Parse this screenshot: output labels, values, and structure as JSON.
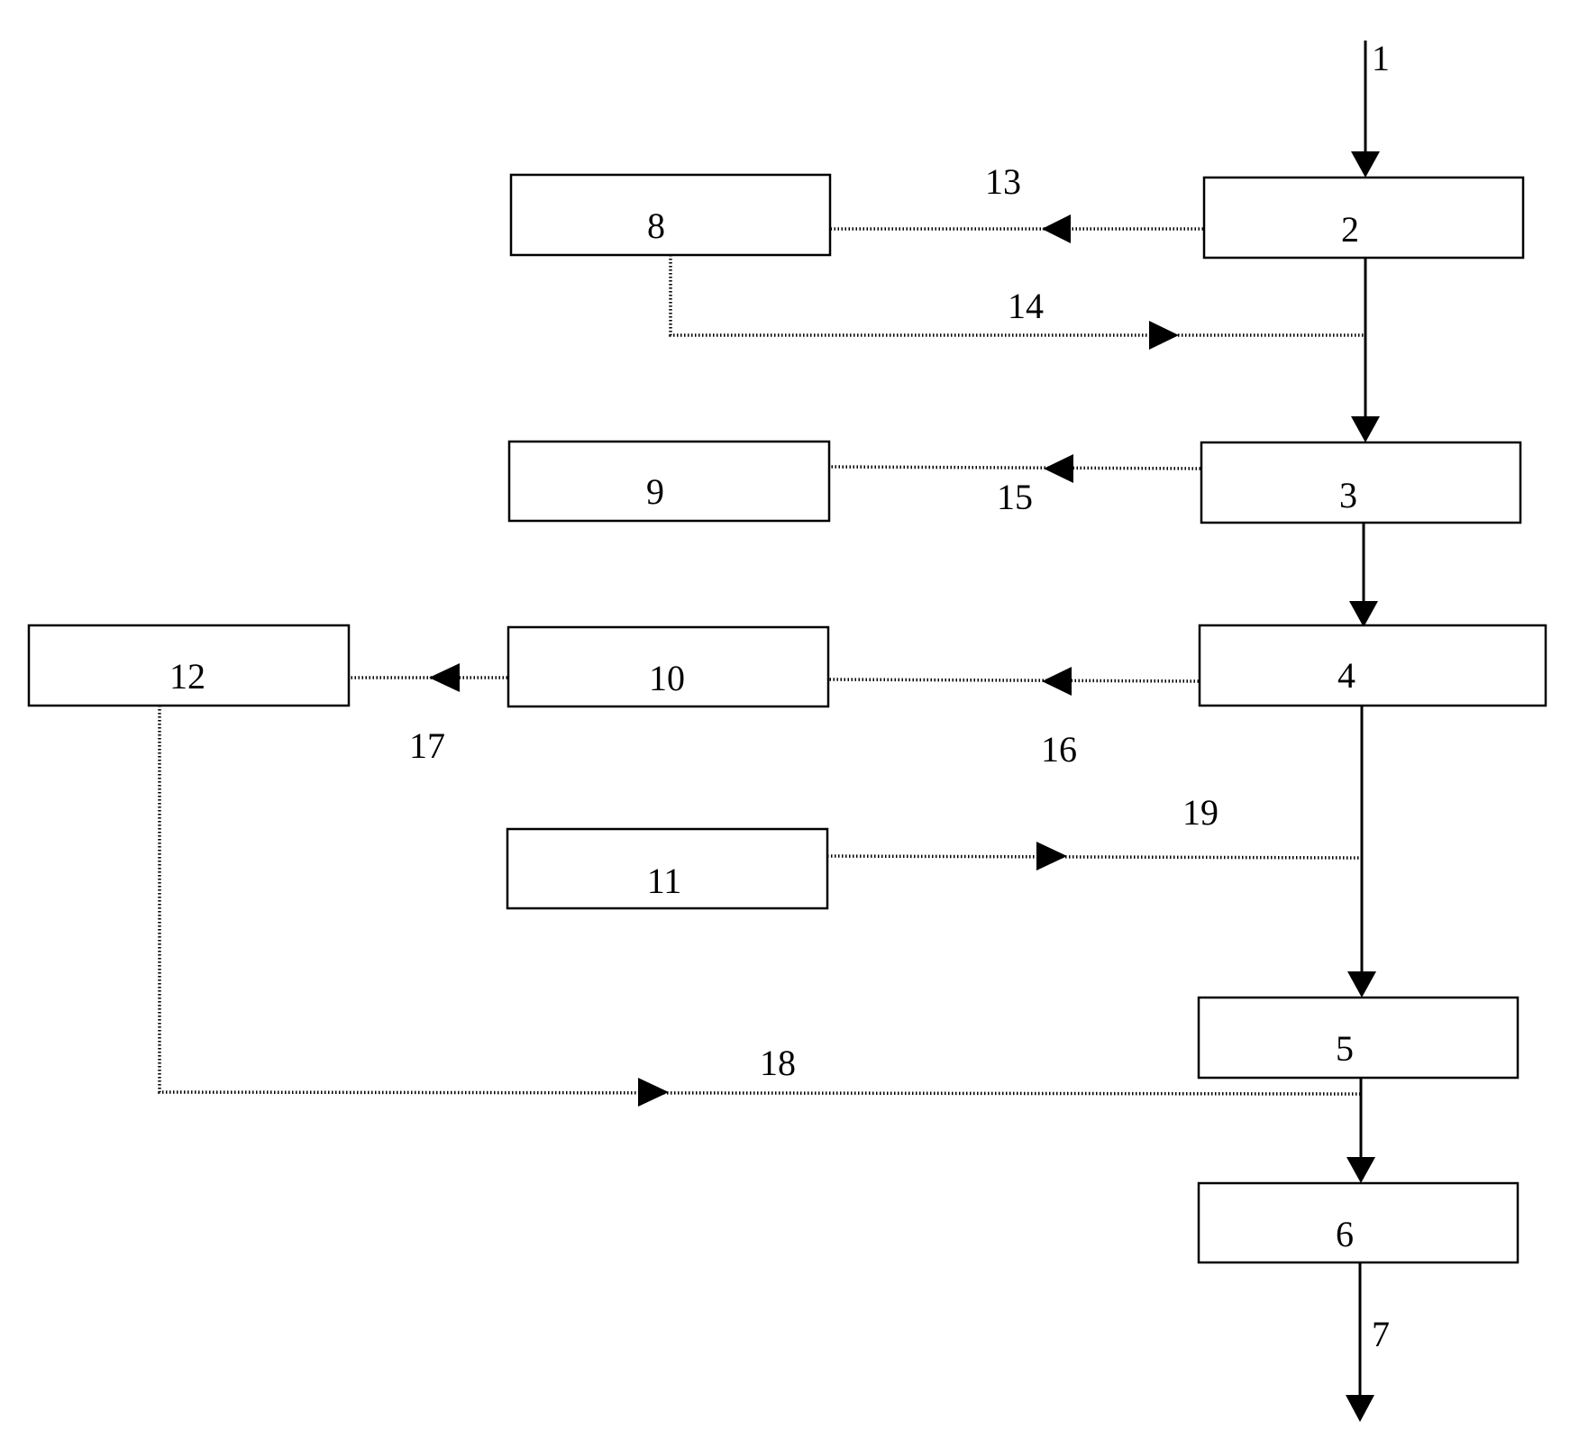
{
  "diagram": {
    "boxes": [
      {
        "id": "box-2",
        "label": "2"
      },
      {
        "id": "box-3",
        "label": "3"
      },
      {
        "id": "box-4",
        "label": "4"
      },
      {
        "id": "box-5",
        "label": "5"
      },
      {
        "id": "box-6",
        "label": "6"
      },
      {
        "id": "box-8",
        "label": "8"
      },
      {
        "id": "box-9",
        "label": "9"
      },
      {
        "id": "box-10",
        "label": "10"
      },
      {
        "id": "box-11",
        "label": "11"
      },
      {
        "id": "box-12",
        "label": "12"
      }
    ],
    "stream_labels": {
      "s1": "1",
      "s7": "7",
      "s13": "13",
      "s14": "14",
      "s15": "15",
      "s16": "16",
      "s17": "17",
      "s18": "18",
      "s19": "19"
    },
    "colors": {
      "line": "#000000",
      "box_fill": "#ffffff",
      "background": "#ffffff"
    }
  }
}
